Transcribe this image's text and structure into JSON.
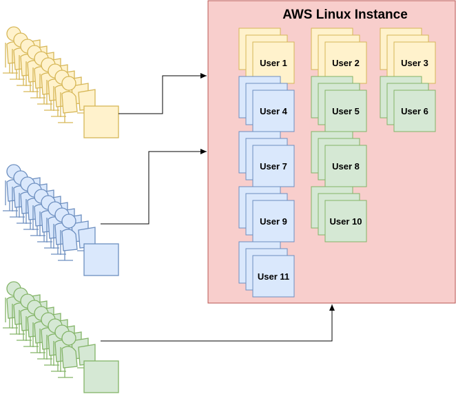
{
  "instance": {
    "title": "AWS Linux Instance",
    "fill": "#f8cecc",
    "stroke": "#b85450"
  },
  "groups": {
    "yellow": {
      "fill": "#fff2cc",
      "stroke": "#d6b656"
    },
    "blue": {
      "fill": "#dae8fc",
      "stroke": "#6c8ebf"
    },
    "green": {
      "fill": "#d5e8d4",
      "stroke": "#82b366"
    }
  },
  "users": [
    {
      "label": "User 1",
      "group": "yellow"
    },
    {
      "label": "User 2",
      "group": "yellow"
    },
    {
      "label": "User 3",
      "group": "yellow"
    },
    {
      "label": "User 4",
      "group": "blue"
    },
    {
      "label": "User 5",
      "group": "green"
    },
    {
      "label": "User 6",
      "group": "green"
    },
    {
      "label": "User 7",
      "group": "blue"
    },
    {
      "label": "User 8",
      "group": "green"
    },
    {
      "label": "User 9",
      "group": "blue"
    },
    {
      "label": "User 10",
      "group": "green"
    },
    {
      "label": "User 11",
      "group": "blue"
    }
  ],
  "user_groups": [
    {
      "name": "yellow-users",
      "group": "yellow"
    },
    {
      "name": "blue-users",
      "group": "blue"
    },
    {
      "name": "green-users",
      "group": "green"
    }
  ],
  "connector_color": "#000000"
}
